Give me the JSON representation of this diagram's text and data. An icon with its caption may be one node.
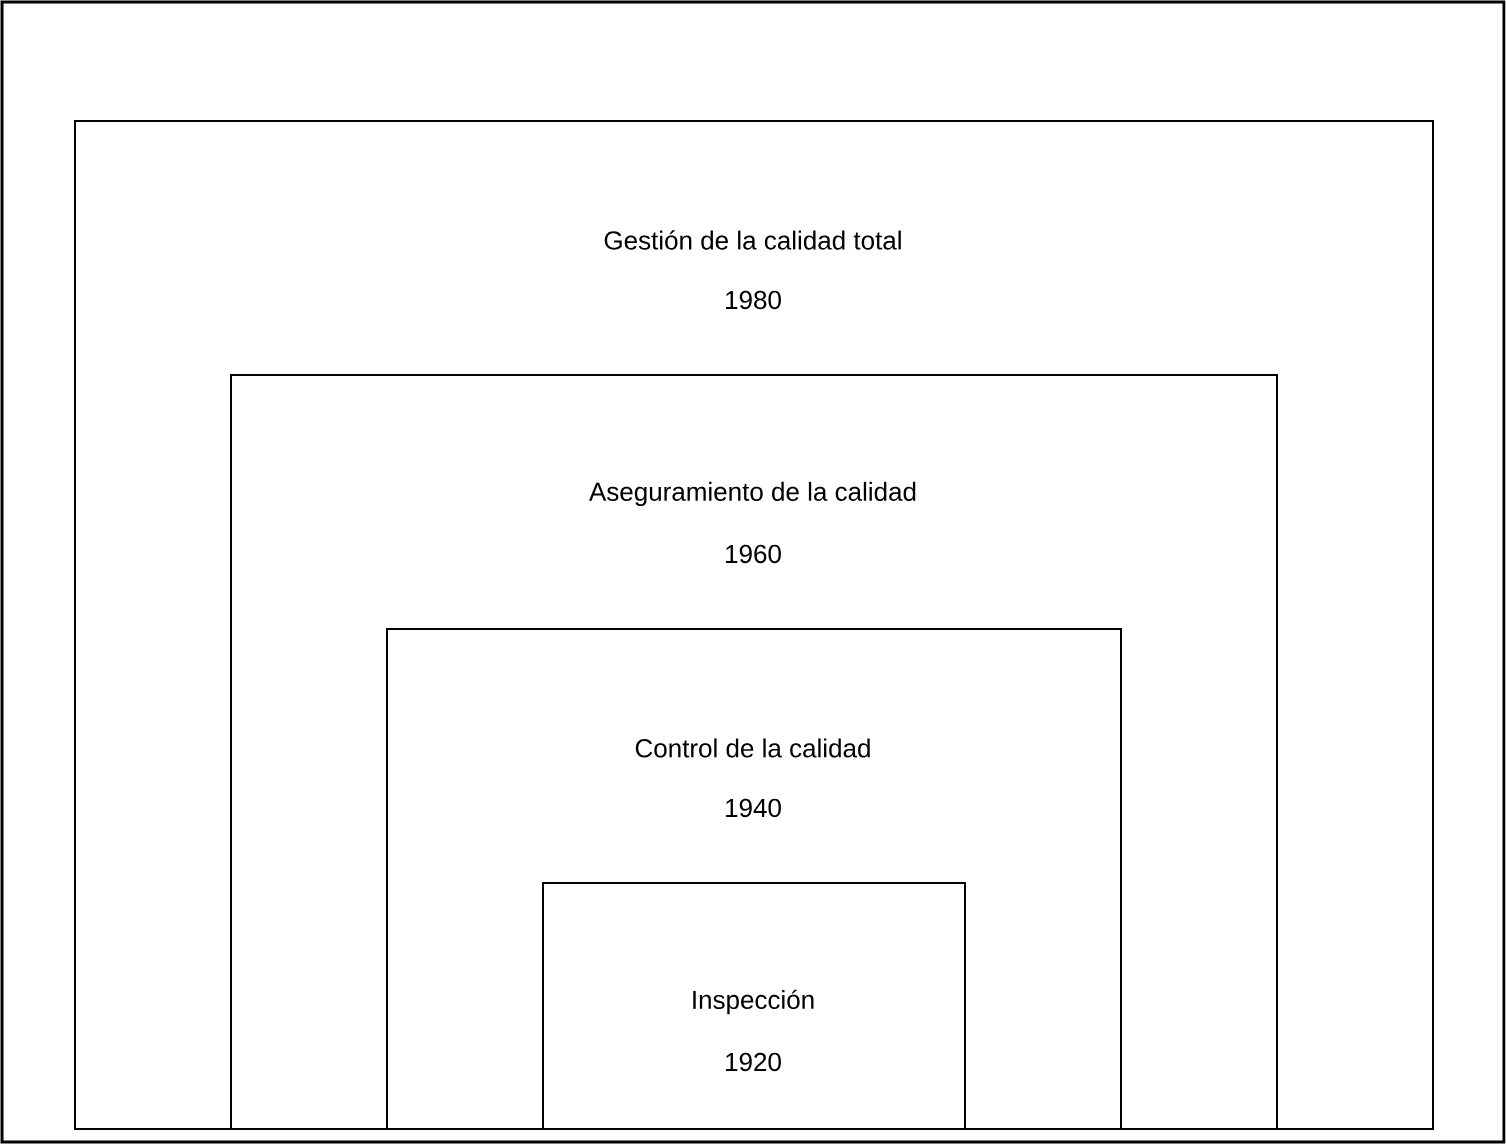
{
  "diagram": {
    "nodes": [
      {
        "text": [
          "Gestión de la calidad total",
          "1980"
        ]
      },
      {
        "text": [
          "Aseguramiento de la calidad",
          "1960"
        ],
        "in": 0
      },
      {
        "text": [
          "Control de la calidad",
          "1940"
        ],
        "in": 1
      },
      {
        "text": [
          "Inspección",
          "1920"
        ],
        "in": 2
      }
    ]
  }
}
